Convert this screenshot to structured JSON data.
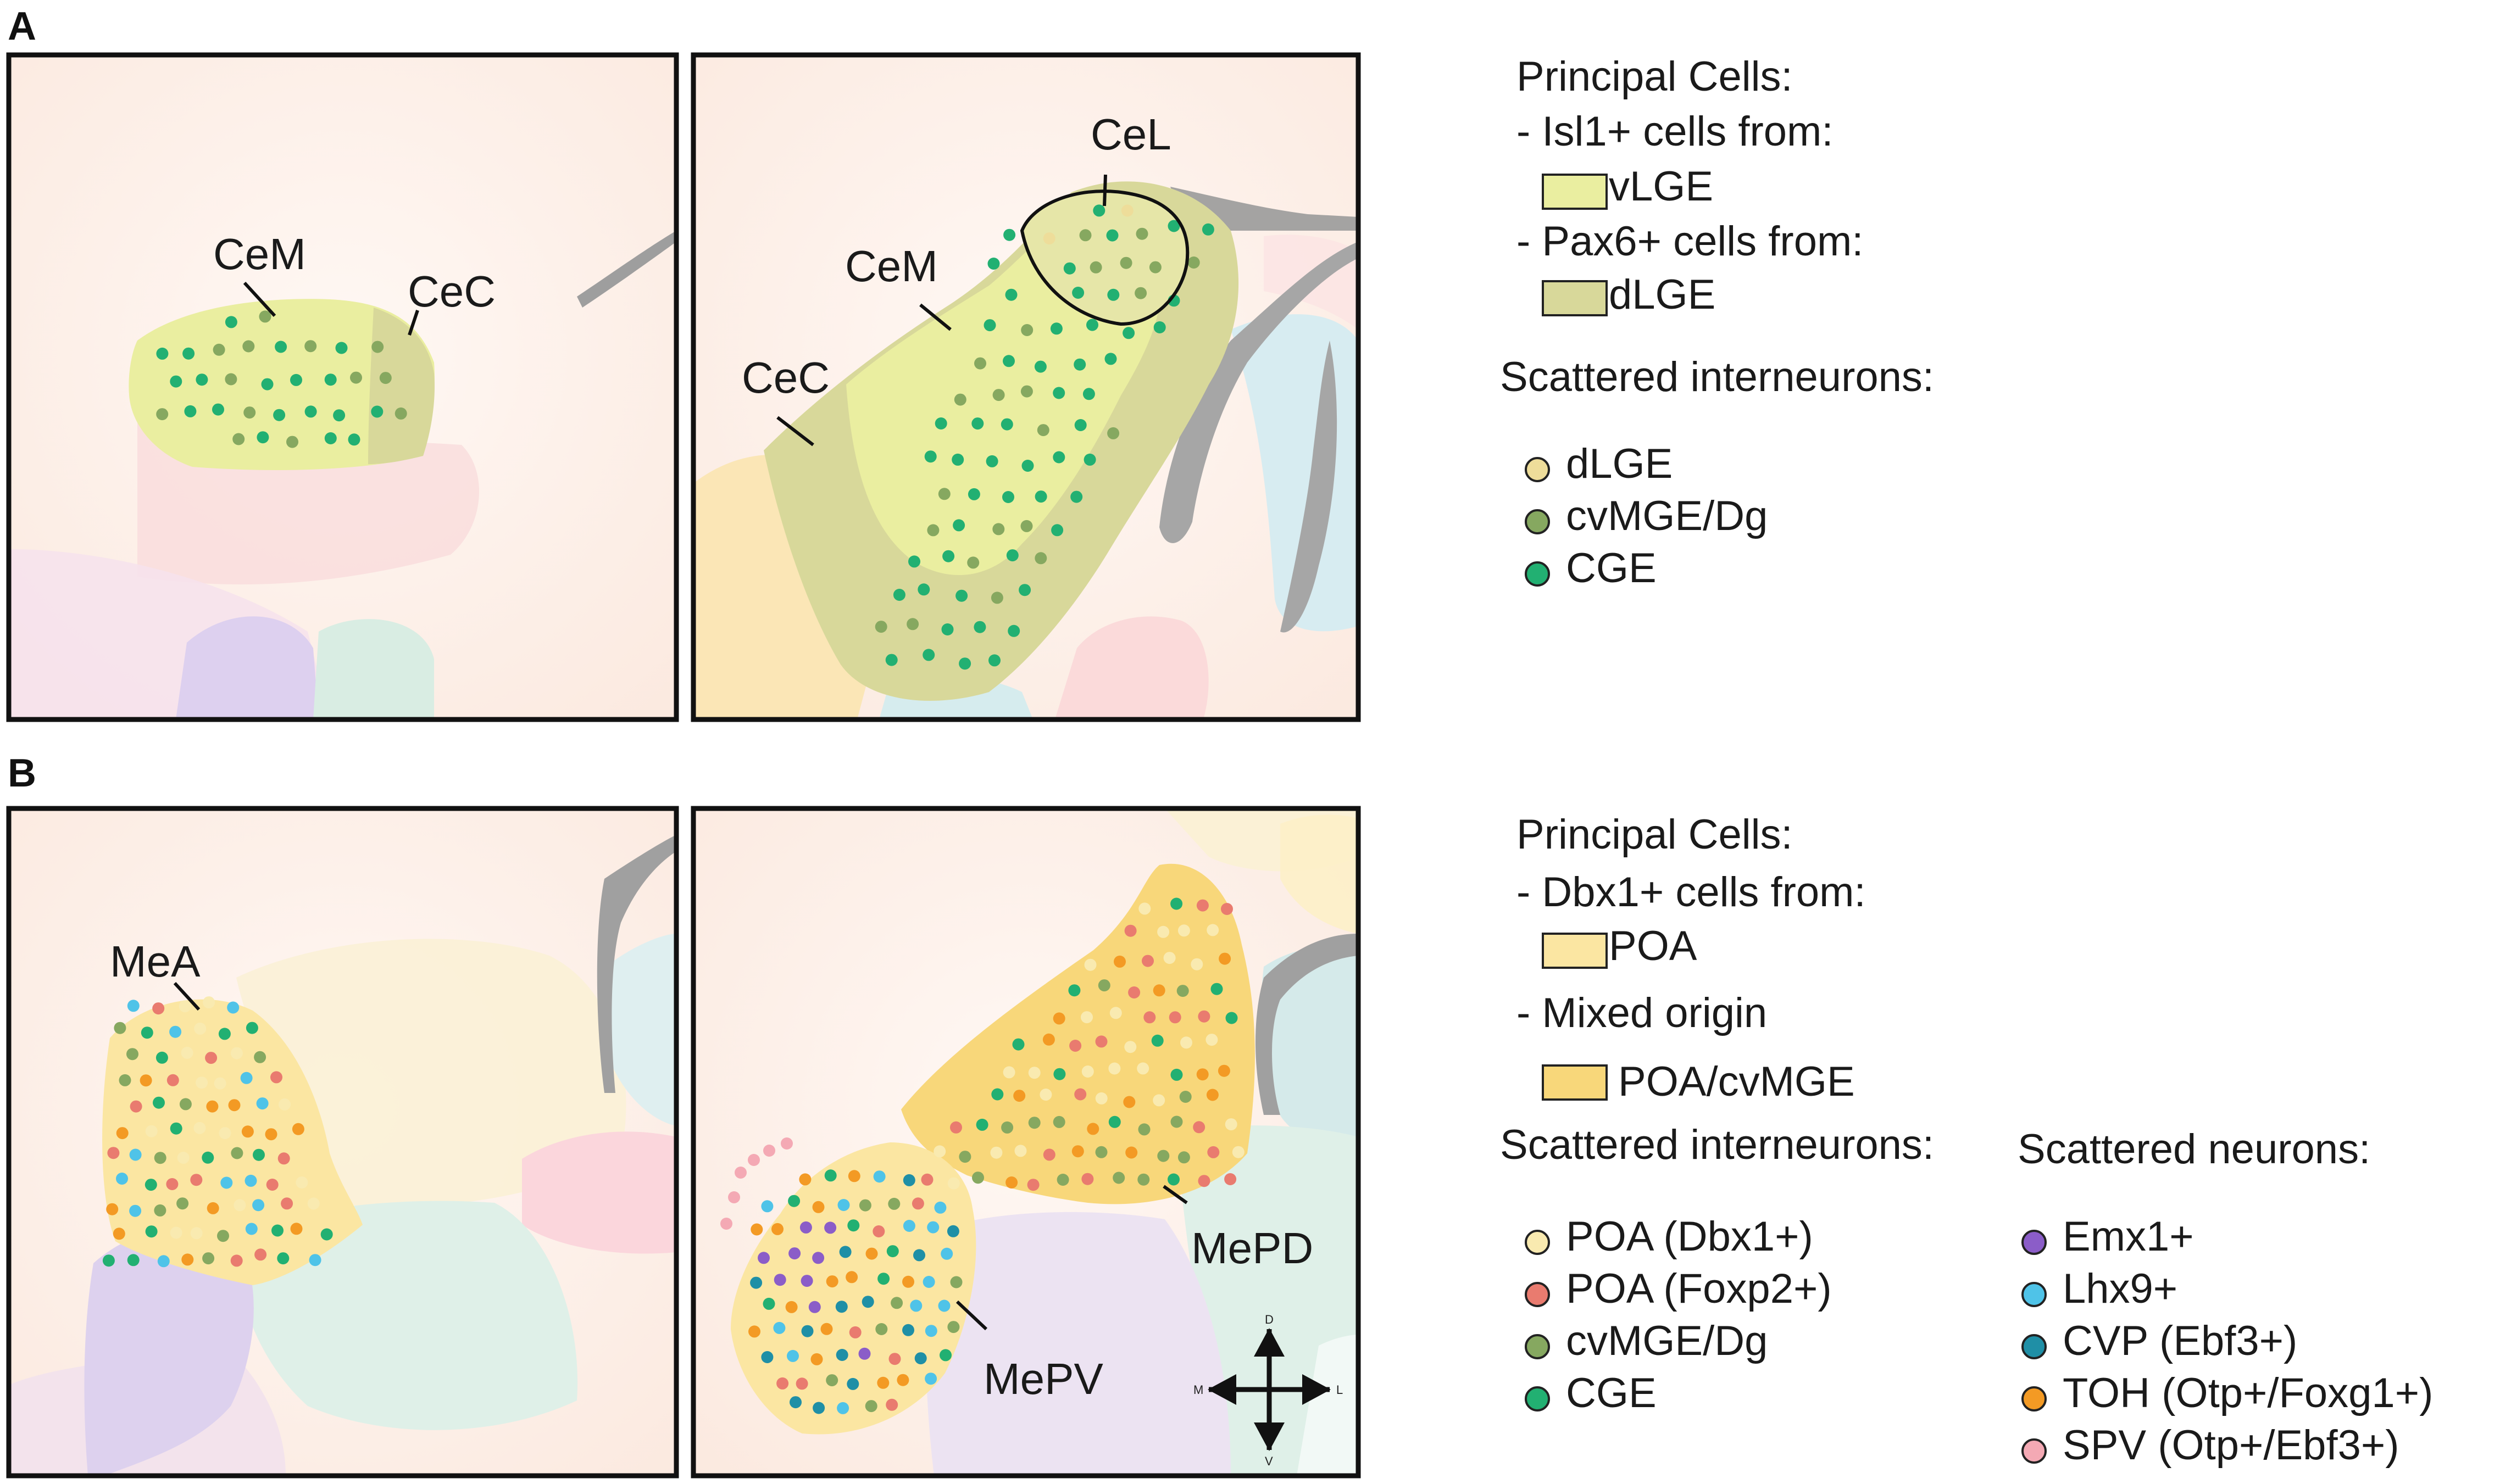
{
  "colors": {
    "bg_panel": "#fcefe6",
    "vLGE": "#eaeea0",
    "dLGE_region": "#d8d89a",
    "POA_region": "#fbe6a2",
    "POA_cvMGE": "#f8d77a",
    "dot_dLGE": "#eedd9a",
    "dot_cvMGE_Dg": "#86a860",
    "dot_CGE": "#22b072",
    "dot_POA_Dbx1": "#f9eab0",
    "dot_POA_Foxp2": "#e97b6f",
    "dot_Emx1": "#8b5dc8",
    "dot_Lhx9": "#4fc3e8",
    "dot_CVP": "#1f8fa6",
    "dot_TOH": "#f39a24",
    "dot_SPV": "#f4a9b4"
  },
  "panel_letters": {
    "a": "A",
    "b": "B"
  },
  "labels_a": {
    "cem_left": "CeM",
    "cec_left": "CeC",
    "cel": "CeL",
    "cem_right": "CeM",
    "cec_right": "CeC"
  },
  "labels_b": {
    "mea": "MeA",
    "mepd": "MePD",
    "mepv": "MePV"
  },
  "compass": {
    "d": "D",
    "v": "V",
    "m": "M",
    "l": "L"
  },
  "legend_a": {
    "heading": "Principal Cells:",
    "line1": "- Isl1+ cells from:",
    "box1": "vLGE",
    "line2": "- Pax6+ cells from:",
    "box2": "dLGE",
    "scattered_heading": "Scattered interneurons:",
    "items": [
      "dLGE",
      "cvMGE/Dg",
      "CGE"
    ]
  },
  "legend_b": {
    "heading": "Principal Cells:",
    "line1": "- Dbx1+ cells from:",
    "box1": "POA",
    "line2": "- Mixed origin",
    "box2": "POA/cvMGE",
    "scattered_interneurons_heading": "Scattered interneurons:",
    "interneurons": [
      "POA (Dbx1+)",
      "POA (Foxp2+)",
      "cvMGE/Dg",
      "CGE"
    ],
    "scattered_neurons_heading": "Scattered neurons:",
    "neurons": [
      "Emx1+",
      "Lhx9+",
      "CVP (Ebf3+)",
      "TOH (Otp+/Foxg1+)",
      "SPV (Otp+/Ebf3+)"
    ]
  }
}
